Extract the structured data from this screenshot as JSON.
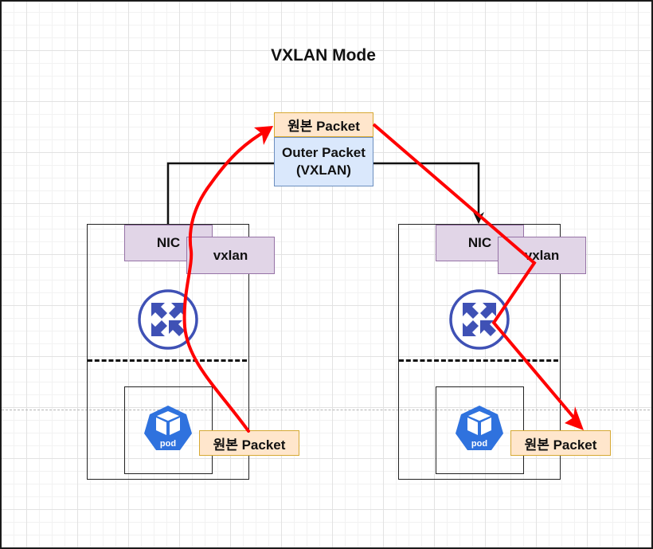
{
  "diagram": {
    "title": "VXLAN Mode",
    "encapsulation": {
      "inner_label": "원본 Packet",
      "outer_label_line1": "Outer Packet",
      "outer_label_line2": "(VXLAN)"
    },
    "hosts": [
      {
        "nic_label": "NIC",
        "vxlan_label": "vxlan",
        "router_icon": "router-icon",
        "pod_label": "pod",
        "packet_label": "원본 Packet"
      },
      {
        "nic_label": "NIC",
        "vxlan_label": "vxlan",
        "router_icon": "router-icon",
        "pod_label": "pod",
        "packet_label": "원본 Packet"
      }
    ],
    "colors": {
      "packet_fill": "#ffe6cc",
      "packet_border": "#d6a934",
      "outer_fill": "#dae8fc",
      "outer_border": "#6c8ebf",
      "interface_fill": "#e1d5e7",
      "interface_border": "#9673a6",
      "router_blue": "#3f51b5",
      "pod_blue": "#2f72de",
      "flow_red": "#ff0000"
    }
  }
}
